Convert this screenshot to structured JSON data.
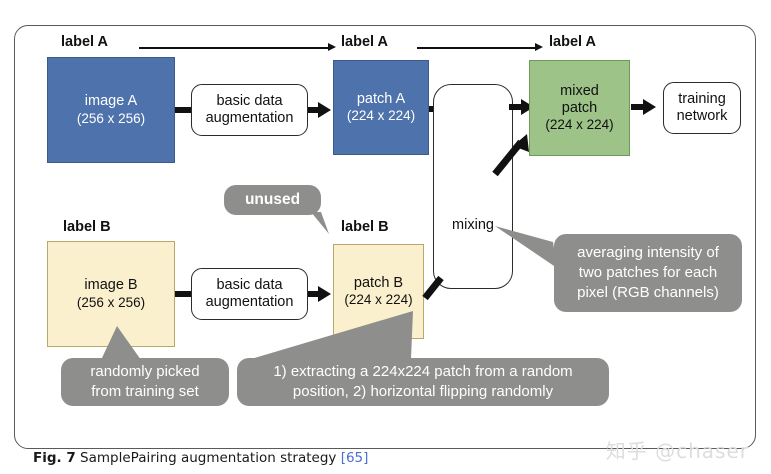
{
  "figure": {
    "caption_number": "Fig. 7",
    "caption_text": "SamplePairing augmentation strategy",
    "caption_reference": "[65]",
    "watermark": "知乎 @chaser"
  },
  "colors": {
    "blue": "#4e72ab",
    "yellow": "#fbf0cd",
    "green": "#9dc388",
    "bubble_gray": "#8e8e8c",
    "frame": "#5a5a5a",
    "reference_link": "#4a6fd4"
  },
  "labels": {
    "label_a_1": "label A",
    "label_a_2": "label A",
    "label_a_3": "label A",
    "label_b_1": "label B",
    "label_b_2": "label B"
  },
  "nodes": {
    "image_a": {
      "title": "image A",
      "size": "(256 x 256)"
    },
    "image_b": {
      "title": "image B",
      "size": "(256 x 256)"
    },
    "patch_a": {
      "title": "patch A",
      "size": "(224 x 224)"
    },
    "patch_b": {
      "title": "patch B",
      "size": "(224 x 224)"
    },
    "mixed_patch": {
      "title_line1": "mixed",
      "title_line2": "patch",
      "size": "(224 x 224)"
    },
    "aug_a": {
      "line1": "basic data",
      "line2": "augmentation"
    },
    "aug_b": {
      "line1": "basic data",
      "line2": "augmentation"
    },
    "mixing": {
      "title": "mixing"
    },
    "training_network": {
      "line1": "training",
      "line2": "network"
    }
  },
  "callouts": {
    "unused": "unused",
    "randomly_picked": "randomly picked\nfrom training set",
    "extracting": "1) extracting a 224x224 patch from a random\nposition, 2) horizontal flipping randomly",
    "averaging": "averaging intensity of\ntwo patches for each\npixel (RGB channels)"
  }
}
